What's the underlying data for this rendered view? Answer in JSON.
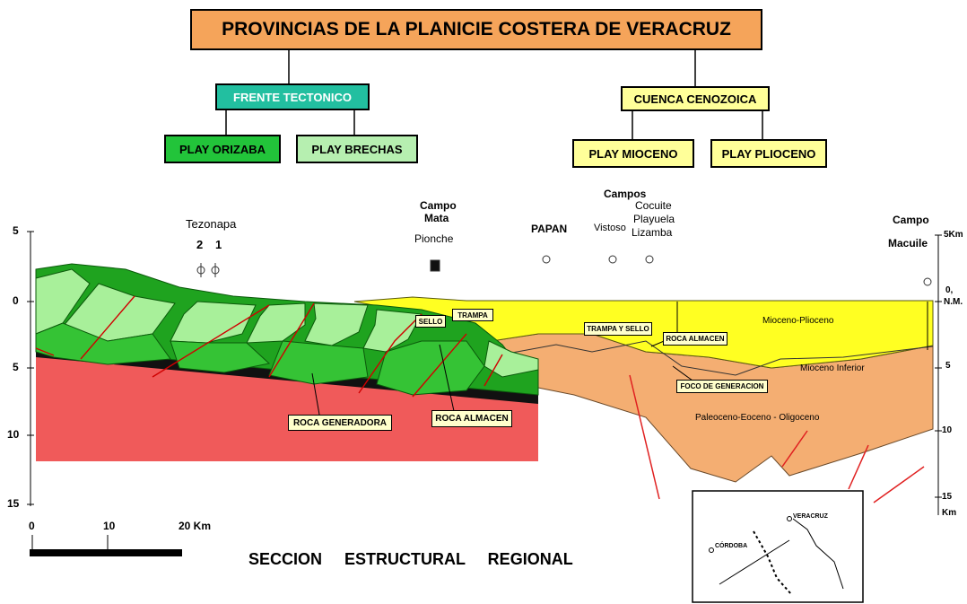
{
  "header": {
    "title": "PROVINCIAS DE LA PLANICIE COSTERA DE VERACRUZ",
    "branch_left": "FRENTE TECTONICO",
    "branch_right": "CUENCA CENOZOICA",
    "plays": [
      "PLAY  ORIZABA",
      "PLAY  BRECHAS",
      "PLAY  MIOCENO",
      "PLAY  PLIOCENO"
    ]
  },
  "fields": {
    "tezonapa": "Tezonapa",
    "tezonapa_wells": [
      "2",
      "1"
    ],
    "campo_mata_1": "Campo",
    "campo_mata_2": "Mata",
    "campo_mata_3": "Pionche",
    "papan": "PAPAN",
    "campos": "Campos",
    "vistoso": "Vistoso",
    "cocuite": "Cocuite",
    "playuela": "Playuela",
    "lizamba": "Lizamba",
    "campo_macuile_1": "Campo",
    "campo_macuile_2": "Macuile"
  },
  "left_axis": [
    "5",
    "0",
    "5",
    "10",
    "15"
  ],
  "right_axis": [
    "5Km",
    "0,",
    "N.M.",
    "5",
    "10",
    "15",
    "Km"
  ],
  "units": {
    "mioceno_plioceno": "Mioceno-Plioceno",
    "mioceno_inferior": "Mioceno Inferior",
    "paleoceno": "Paleoceno-Eoceno  -  Oligoceno"
  },
  "callouts": {
    "sello": "SELLO",
    "trampa": "TRAMPA",
    "trampa_y_sello": "TRAMPA Y SELLO",
    "roca_almacen_1": "ROCA ALMACEN",
    "foco": "FOCO DE GENERACION",
    "roca_generadora": "ROCA GENERADORA",
    "roca_almacen_2": "ROCA ALMACEN"
  },
  "scale": {
    "zero": "0",
    "ten": "10",
    "twenty": "20 Km"
  },
  "caption": "SECCION     ESTRUCTURAL     REGIONAL",
  "inset": {
    "veracruz": "VERACRUZ",
    "cordoba": "CÓRDOBA"
  },
  "colors": {
    "title_bg": "#f5a45a",
    "frente_bg": "#22bfa0",
    "orizaba_bg": "#22c43a",
    "brechas_bg": "#b6efb0",
    "cuenca_bg": "#ffff99",
    "green_dark": "#1fa31f",
    "green_mid": "#35c335",
    "green_light": "#a8f09a",
    "basement": "#f05a5a",
    "yellow": "#ffff22",
    "orange": "#f4ae72"
  }
}
